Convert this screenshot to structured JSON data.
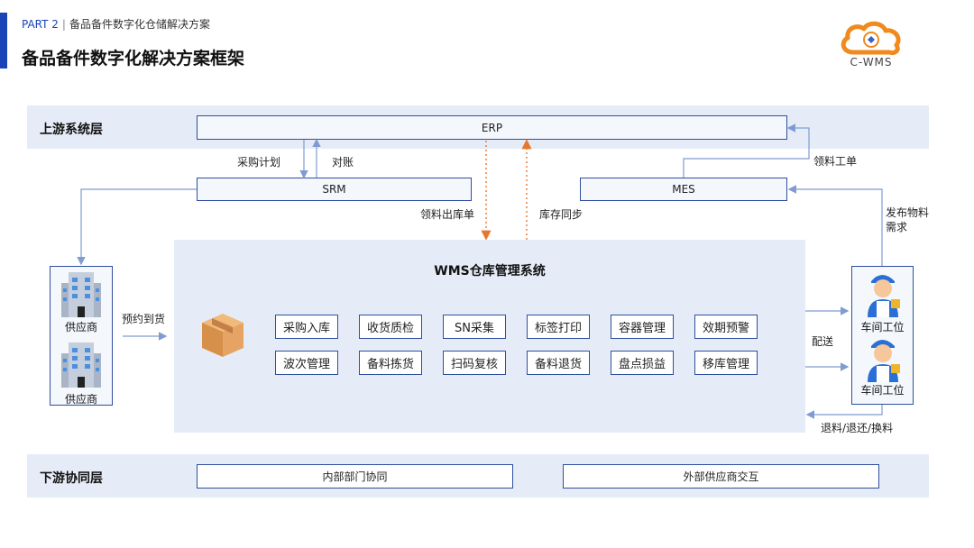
{
  "header": {
    "part_label": "PART 2",
    "separator": "|",
    "part_subtitle": "备品备件数字化仓储解决方案",
    "title": "备品备件数字化解决方案框架",
    "logo_text": "C-WMS"
  },
  "upstream": {
    "label": "上游系统层",
    "erp": "ERP",
    "srm": "SRM",
    "mes": "MES"
  },
  "flows": {
    "purchase_plan": "采购计划",
    "reconcile": "对账",
    "picking_outbound": "领料出库单",
    "inventory_sync": "库存同步",
    "picking_work_order": "领料工单",
    "publish_demand": "发布物料需求",
    "reserve_arrival": "预约到货",
    "distribution": "配送",
    "return_exchange": "退料/退还/换料"
  },
  "suppliers": {
    "top": "供应商",
    "bottom": "供应商"
  },
  "stations": {
    "top": "车间工位",
    "bottom": "车间工位"
  },
  "wms": {
    "title": "WMS仓库管理系统",
    "modules_row1": [
      "采购入库",
      "收货质检",
      "SN采集",
      "标签打印",
      "容器管理",
      "效期预警"
    ],
    "modules_row2": [
      "波次管理",
      "备料拣货",
      "扫码复核",
      "备料退货",
      "盘点损益",
      "移库管理"
    ]
  },
  "downstream": {
    "label": "下游协同层",
    "internal": "内部部门协同",
    "external": "外部供应商交互"
  },
  "colors": {
    "accent": "#1a43b8",
    "band": "#e6ecf7",
    "border": "#2e4f9e",
    "line": "#7f9bd1",
    "orange": "#e8772e"
  }
}
